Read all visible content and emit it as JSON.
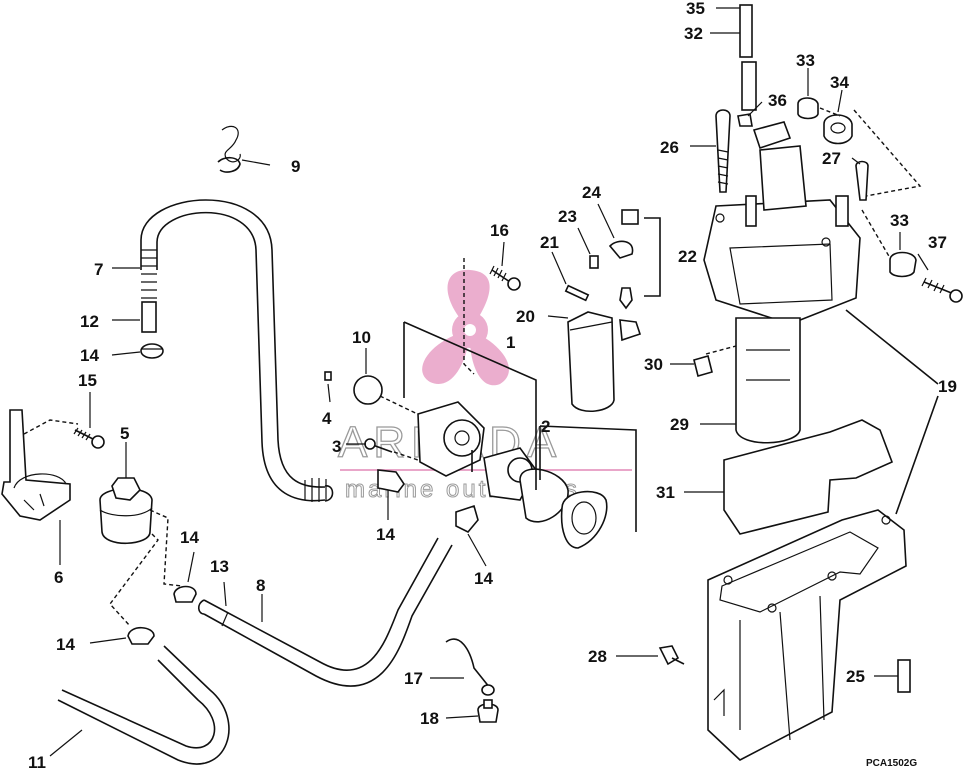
{
  "diagram": {
    "part_numbers": [
      "1",
      "2",
      "3",
      "4",
      "5",
      "6",
      "7",
      "8",
      "9",
      "10",
      "11",
      "12",
      "13",
      "14",
      "14",
      "14",
      "14",
      "14",
      "15",
      "16",
      "17",
      "18",
      "19",
      "20",
      "21",
      "22",
      "23",
      "24",
      "25",
      "26",
      "27",
      "28",
      "29",
      "30",
      "31",
      "32",
      "33",
      "33",
      "34",
      "35",
      "36",
      "37"
    ],
    "figure_code": "PCA1502G"
  },
  "watermark": {
    "brand": "ARMADA",
    "tagline": "marine outboards",
    "logo_color": "#e9a6c9"
  },
  "colors": {
    "ink": "#111111",
    "background": "#ffffff"
  }
}
